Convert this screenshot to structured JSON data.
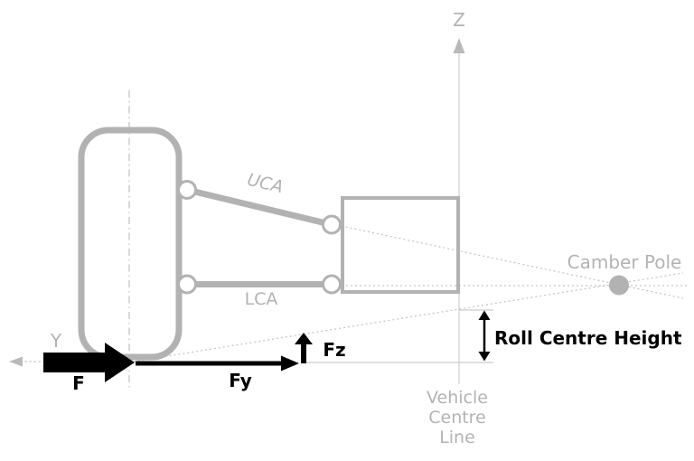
{
  "axes": {
    "z_label": "Z",
    "y_label": "Y"
  },
  "suspension": {
    "uca_label": "UCA",
    "lca_label": "LCA"
  },
  "annotations": {
    "camber_pole": "Camber Pole",
    "roll_centre_height": "Roll Centre Height",
    "vehicle_centre_line": [
      "Vehicle",
      "Centre",
      "Line"
    ]
  },
  "forces": {
    "f_label": "F",
    "fy_label": "Fy",
    "fz_label": "Fz"
  },
  "colors": {
    "structure_gray": "#b2b2b2",
    "text_gray": "#b3b3b3",
    "guide_gray": "#c8c8c8",
    "force_black": "#000000",
    "background": "#ffffff"
  }
}
